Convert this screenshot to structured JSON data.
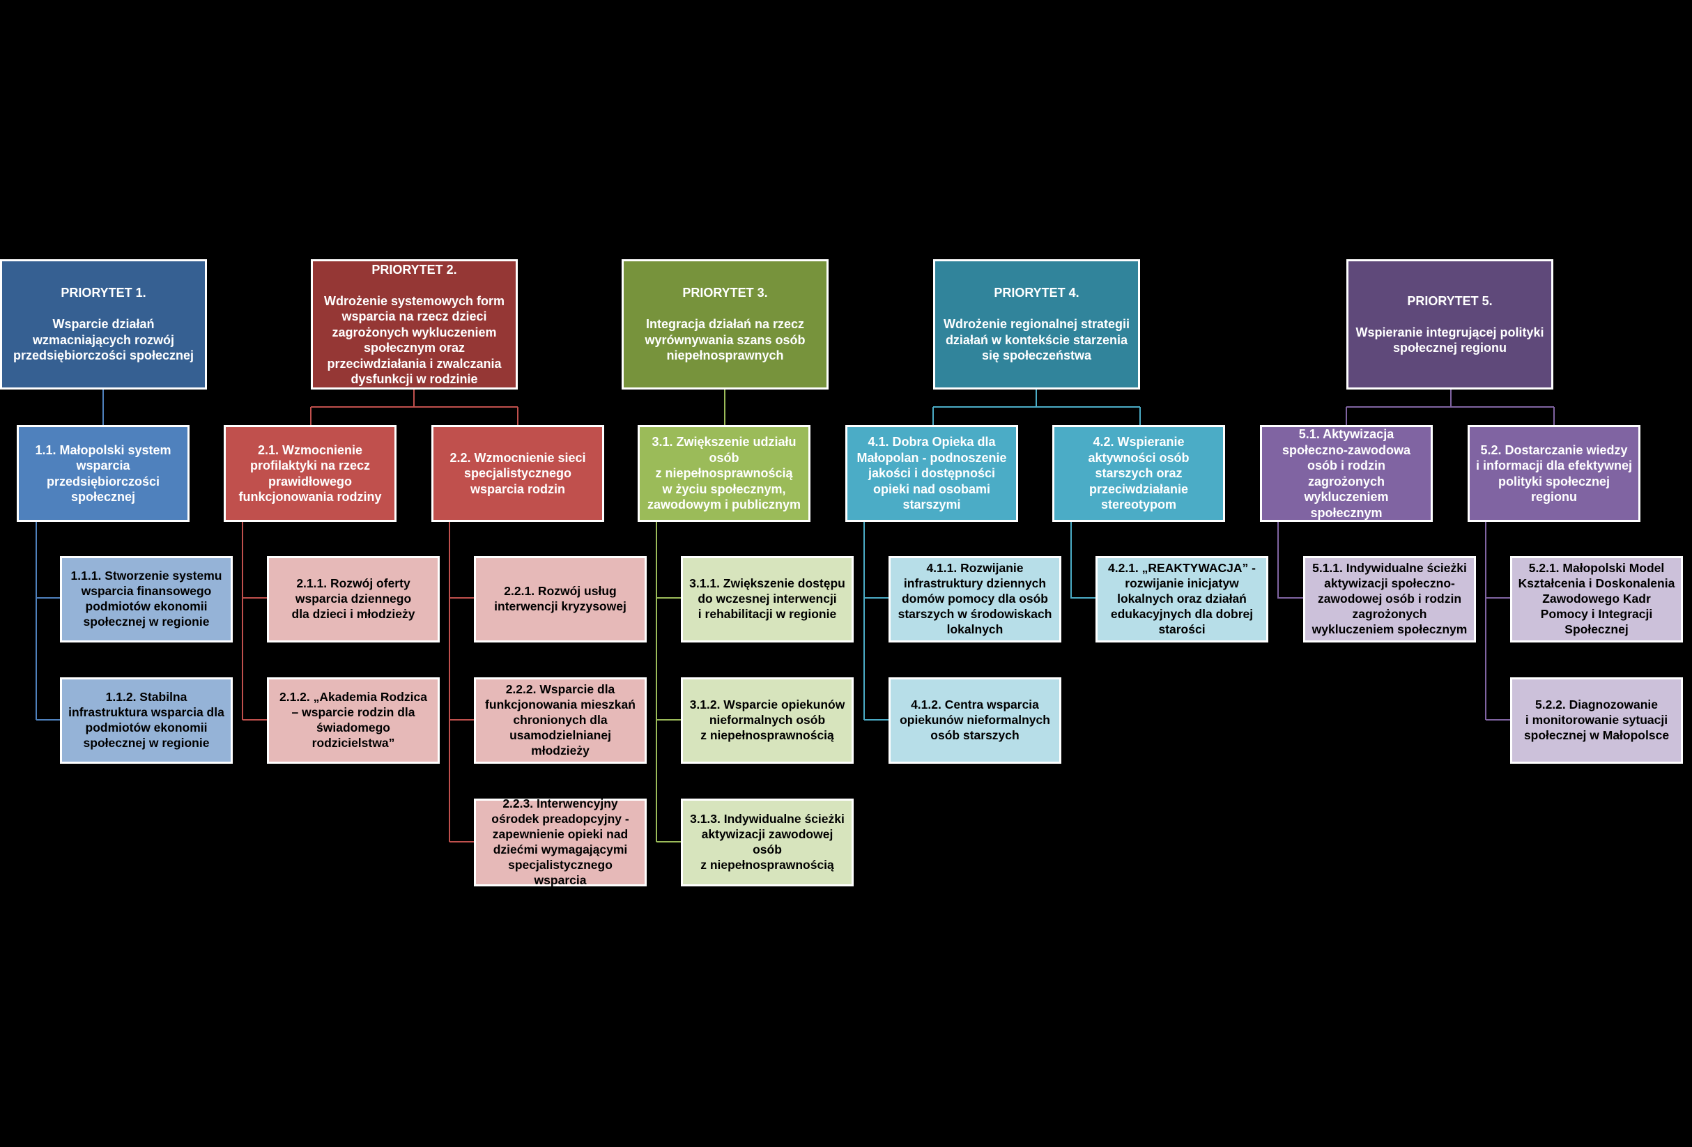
{
  "priorities": [
    {
      "label": "PRIORYTET 1.\n\nWsparcie działań wzmacniających rozwój przedsiębiorczości społecznej",
      "color": "#366092"
    },
    {
      "label": "PRIORYTET 2.\n\nWdrożenie systemowych form wsparcia na rzecz dzieci zagrożonych wykluczeniem społecznym oraz przeciwdziałania i zwalczania dysfunkcji w rodzinie",
      "color": "#953735"
    },
    {
      "label": "PRIORYTET 3.\n\nIntegracja działań na rzecz wyrównywania szans osób niepełnosprawnych",
      "color": "#77933c"
    },
    {
      "label": "PRIORYTET 4.\n\nWdrożenie regionalnej strategii działań w kontekście starzenia się społeczeństwa",
      "color": "#31849b"
    },
    {
      "label": "PRIORYTET 5.\n\nWspieranie integrującej polityki społecznej regionu",
      "color": "#5f497a"
    }
  ],
  "sub": {
    "s11": "1.1. Małopolski system wsparcia przedsiębiorczości społecznej",
    "s21": "2.1. Wzmocnienie profilaktyki na rzecz prawidłowego funkcjonowania rodziny",
    "s22": "2.2. Wzmocnienie sieci specjalistycznego wsparcia rodzin",
    "s31": "3.1. Zwiększenie udziału osób\nz niepełnosprawnością\nw życiu społecznym, zawodowym i publicznym",
    "s41": "4.1. Dobra Opieka dla Małopolan - podnoszenie jakości i dostępności opieki nad osobami starszymi",
    "s42": "4.2. Wspieranie aktywności osób starszych oraz przeciwdziałanie stereotypom",
    "s51": "5.1. Aktywizacja społeczno-zawodowa osób i rodzin zagrożonych wykluczeniem społecznym",
    "s52": "5.2. Dostarczanie wiedzy\ni informacji dla efektywnej polityki społecznej regionu"
  },
  "leaf": {
    "l111": "1.1.1. Stworzenie systemu wsparcia finansowego podmiotów ekonomii społecznej w regionie",
    "l112": "1.1.2. Stabilna infrastruktura wsparcia dla podmiotów ekonomii społecznej w regionie",
    "l211": "2.1.1. Rozwój oferty wsparcia dziennego\ndla dzieci i młodzieży",
    "l212": "2.1.2. „Akademia Rodzica – wsparcie rodzin dla świadomego rodzicielstwa”",
    "l221": "2.2.1. Rozwój usług interwencji kryzysowej",
    "l222": "2.2.2. Wsparcie dla funkcjonowania mieszkań chronionych dla usamodzielnianej młodzieży",
    "l223": "2.2.3. Interwencyjny ośrodek preadopcyjny - zapewnienie opieki nad dziećmi wymagającymi specjalistycznego wsparcia",
    "l311": "3.1.1. Zwiększenie dostępu do wczesnej interwencji\ni rehabilitacji w regionie",
    "l312": "3.1.2. Wsparcie opiekunów nieformalnych osób\nz niepełnosprawnością",
    "l313": "3.1.3. Indywidualne ścieżki aktywizacji zawodowej osób\nz niepełnosprawnością",
    "l411": "4.1.1. Rozwijanie infrastruktury dziennych domów pomocy dla osób starszych w środowiskach lokalnych",
    "l412": "4.1.2. Centra wsparcia opiekunów nieformalnych osób starszych",
    "l421": "4.2.1. „REAKTYWACJA” - rozwijanie inicjatyw lokalnych oraz działań edukacyjnych dla dobrej starości",
    "l511": "5.1.1. Indywidualne ścieżki aktywizacji społeczno-zawodowej osób i rodzin zagrożonych wykluczeniem społecznym",
    "l521": "5.2.1. Małopolski Model Kształcenia i Doskonalenia Zawodowego Kadr Pomocy i Integracji Społecznej",
    "l522": "5.2.2. Diagnozowanie\ni monitorowanie sytuacji społecznej w Małopolsce"
  },
  "connector_colors": [
    "#4f81bd",
    "#c0504d",
    "#9bbb59",
    "#4bacc6",
    "#8064a2"
  ]
}
